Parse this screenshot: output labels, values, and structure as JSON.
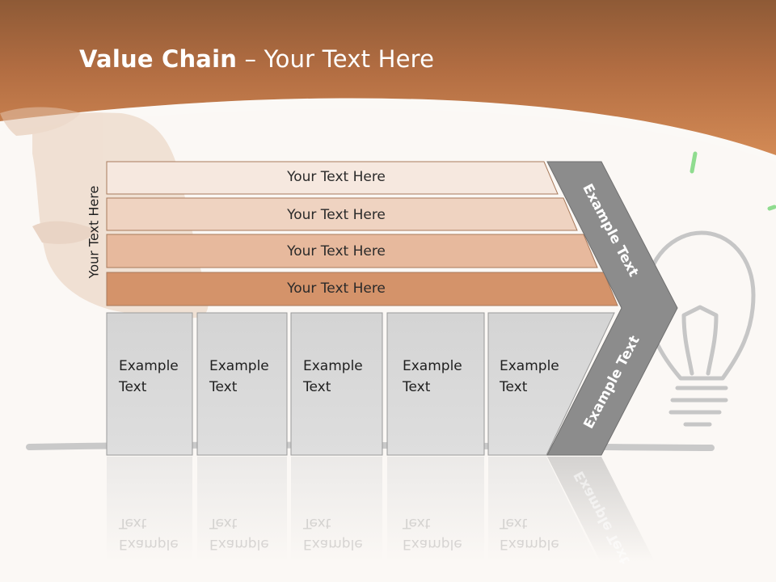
{
  "title": {
    "bold": "Value Chain",
    "rest": " – Your Text Here"
  },
  "side_label": "Your Text Here",
  "rows": [
    {
      "label": "Your Text Here"
    },
    {
      "label": "Your Text Here"
    },
    {
      "label": "Your Text Here"
    },
    {
      "label": "Your Text Here"
    }
  ],
  "activities": [
    {
      "line1": "Example",
      "line2": "Text"
    },
    {
      "line1": "Example",
      "line2": "Text"
    },
    {
      "line1": "Example",
      "line2": "Text"
    },
    {
      "line1": "Example",
      "line2": "Text"
    },
    {
      "line1": "Example",
      "line2": "Text"
    }
  ],
  "chevron": {
    "upper": "Example Text",
    "lower": "Example Text"
  },
  "colors": {
    "header": "#c8794a",
    "row1": "#f6e8df",
    "row2": "#efd3c1",
    "row3": "#e7b99d",
    "row4": "#d4936a",
    "card": "#d8d8d8",
    "chevron": "#8c8c8c"
  }
}
